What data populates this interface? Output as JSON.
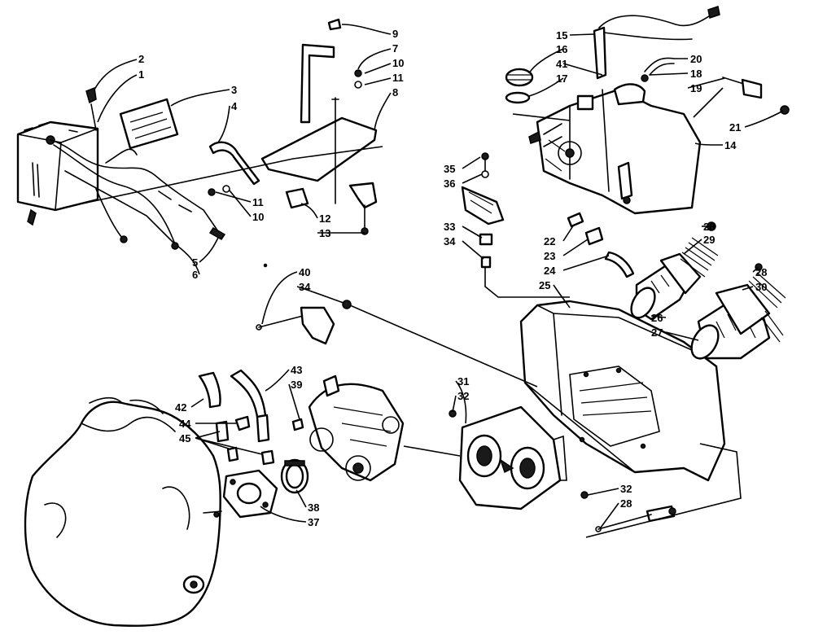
{
  "callouts": [
    {
      "id": "c2",
      "text": "2"
    },
    {
      "id": "c1",
      "text": "1"
    },
    {
      "id": "c3",
      "text": "3"
    },
    {
      "id": "c4",
      "text": "4"
    },
    {
      "id": "c9",
      "text": "9"
    },
    {
      "id": "c7",
      "text": "7"
    },
    {
      "id": "c10a",
      "text": "10"
    },
    {
      "id": "c11a",
      "text": "11"
    },
    {
      "id": "c8",
      "text": "8"
    },
    {
      "id": "c11b",
      "text": "11"
    },
    {
      "id": "c10b",
      "text": "10"
    },
    {
      "id": "c12",
      "text": "12"
    },
    {
      "id": "c13",
      "text": "13"
    },
    {
      "id": "c5",
      "text": "5"
    },
    {
      "id": "c6",
      "text": "6"
    },
    {
      "id": "c15",
      "text": "15"
    },
    {
      "id": "c16",
      "text": "16"
    },
    {
      "id": "c41",
      "text": "41"
    },
    {
      "id": "c17",
      "text": "17"
    },
    {
      "id": "c20",
      "text": "20"
    },
    {
      "id": "c18",
      "text": "18"
    },
    {
      "id": "c19",
      "text": "19"
    },
    {
      "id": "c21",
      "text": "21"
    },
    {
      "id": "c14",
      "text": "14"
    },
    {
      "id": "c35",
      "text": "35"
    },
    {
      "id": "c36",
      "text": "36"
    },
    {
      "id": "c33",
      "text": "33"
    },
    {
      "id": "c34a",
      "text": "34"
    },
    {
      "id": "c22",
      "text": "22"
    },
    {
      "id": "c23",
      "text": "23"
    },
    {
      "id": "c24",
      "text": "24"
    },
    {
      "id": "c25",
      "text": "25"
    },
    {
      "id": "c28a",
      "text": "28"
    },
    {
      "id": "c29",
      "text": "29"
    },
    {
      "id": "c28b",
      "text": "28"
    },
    {
      "id": "c30",
      "text": "30"
    },
    {
      "id": "c26",
      "text": "26"
    },
    {
      "id": "c27",
      "text": "27"
    },
    {
      "id": "c40",
      "text": "40"
    },
    {
      "id": "c34b",
      "text": "34"
    },
    {
      "id": "c43",
      "text": "43"
    },
    {
      "id": "c39",
      "text": "39"
    },
    {
      "id": "c42",
      "text": "42"
    },
    {
      "id": "c44",
      "text": "44"
    },
    {
      "id": "c45",
      "text": "45"
    },
    {
      "id": "c31",
      "text": "31"
    },
    {
      "id": "c32a",
      "text": "32"
    },
    {
      "id": "c38",
      "text": "38"
    },
    {
      "id": "c37",
      "text": "37"
    },
    {
      "id": "c32b",
      "text": "32"
    },
    {
      "id": "c28c",
      "text": "28"
    }
  ]
}
